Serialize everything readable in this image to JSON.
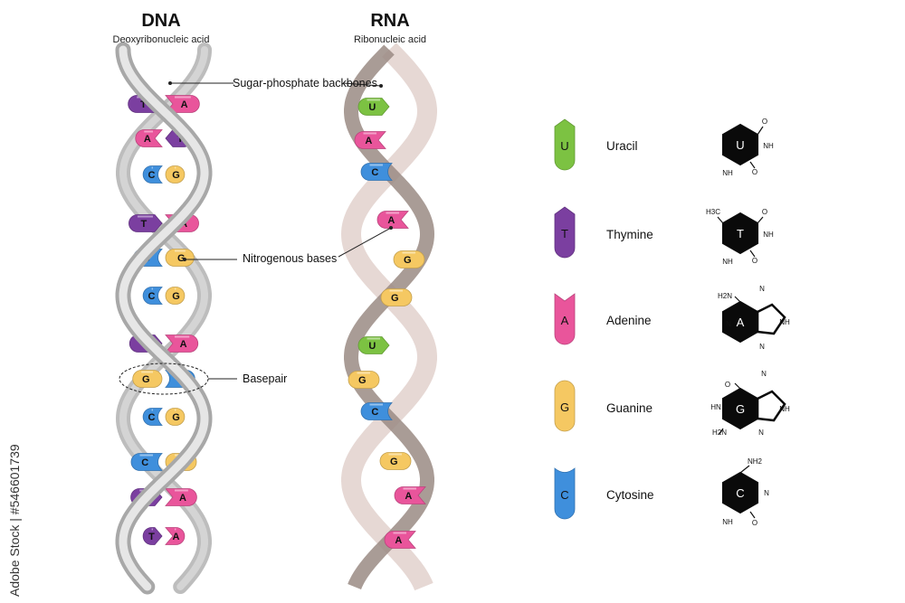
{
  "dna": {
    "title": "DNA",
    "subtitle": "Deoxyribonucleic acid"
  },
  "rna": {
    "title": "RNA",
    "subtitle": "Ribonucleic acid"
  },
  "labels": {
    "backbone": "Sugar-phosphate backbones",
    "bases": "Nitrogenous bases",
    "basepair": "Basepair"
  },
  "legend": [
    {
      "letter": "U",
      "name": "Uracil",
      "color": "#7cc242"
    },
    {
      "letter": "T",
      "name": "Thymine",
      "color": "#7b3fa0"
    },
    {
      "letter": "A",
      "name": "Adenine",
      "color": "#e9559b"
    },
    {
      "letter": "G",
      "name": "Guanine",
      "color": "#f5c862"
    },
    {
      "letter": "C",
      "name": "Cytosine",
      "color": "#3f8fdc"
    }
  ],
  "structures": {
    "uracil": {
      "ring": "U",
      "subs": [
        "O",
        "NH",
        "O",
        "NH"
      ]
    },
    "thymine": {
      "ring": "T",
      "subs": [
        "H3C",
        "O",
        "NH",
        "O",
        "NH"
      ]
    },
    "adenine": {
      "ring": "A",
      "subs": [
        "H2N",
        "N",
        "N",
        "NH",
        "N"
      ]
    },
    "guanine": {
      "ring": "G",
      "subs": [
        "O",
        "N",
        "HN",
        "NH",
        "H2N",
        "N"
      ]
    },
    "cytosine": {
      "ring": "C",
      "subs": [
        "NH2",
        "N",
        "NH",
        "O"
      ]
    }
  },
  "dna_pairs": [
    {
      "left": "T",
      "right": "A"
    },
    {
      "left": "A",
      "right": "T"
    },
    {
      "left": "C",
      "right": "G"
    },
    {
      "left": "T",
      "right": "A"
    },
    {
      "left": "C",
      "right": "G"
    },
    {
      "left": "C",
      "right": "G"
    },
    {
      "left": "T",
      "right": "A"
    },
    {
      "left": "G",
      "right": "C"
    },
    {
      "left": "C",
      "right": "G"
    },
    {
      "left": "C",
      "right": "G"
    },
    {
      "left": "T",
      "right": "A"
    },
    {
      "left": "T",
      "right": "A"
    }
  ],
  "rna_bases": [
    "U",
    "A",
    "C",
    "A",
    "G",
    "G",
    "U",
    "G",
    "C",
    "G",
    "A",
    "A"
  ],
  "watermark": "Adobe Stock | #546601739"
}
